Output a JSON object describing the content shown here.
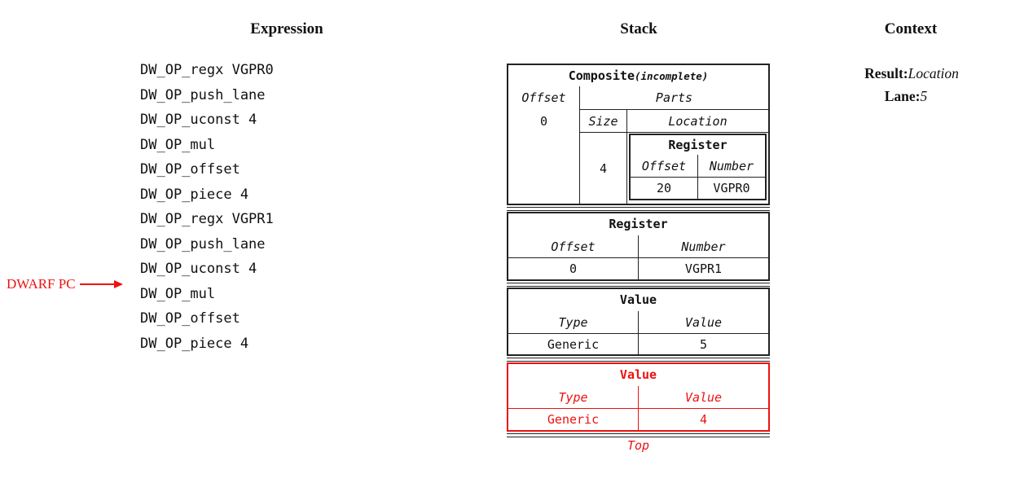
{
  "expression": {
    "header": "Expression",
    "items": [
      "DW_OP_regx VGPR0",
      "DW_OP_push_lane",
      "DW_OP_uconst 4",
      "DW_OP_mul",
      "DW_OP_offset",
      "DW_OP_piece 4",
      "DW_OP_regx VGPR1",
      "DW_OP_push_lane",
      "DW_OP_uconst 4",
      "DW_OP_mul",
      "DW_OP_offset",
      "DW_OP_piece 4"
    ],
    "pc_label": "DWARF PC",
    "pc_target_index": 9
  },
  "stack": {
    "header": "Stack",
    "top_label": "Top",
    "composite": {
      "title": "Composite",
      "title_suffix": "(incomplete)",
      "offset_header": "Offset",
      "parts_header": "Parts",
      "size_header": "Size",
      "location_header": "Location",
      "offset_value": "0",
      "size_value": "4",
      "register": {
        "title": "Register",
        "offset_header": "Offset",
        "number_header": "Number",
        "offset_value": "20",
        "number_value": "VGPR0"
      }
    },
    "register": {
      "title": "Register",
      "offset_header": "Offset",
      "number_header": "Number",
      "offset_value": "0",
      "number_value": "VGPR1"
    },
    "value1": {
      "title": "Value",
      "type_header": "Type",
      "value_header": "Value",
      "type_value": "Generic",
      "value_value": "5"
    },
    "value2": {
      "title": "Value",
      "type_header": "Type",
      "value_header": "Value",
      "type_value": "Generic",
      "value_value": "4"
    }
  },
  "context": {
    "header": "Context",
    "result_label": "Result:",
    "result_value": "Location",
    "lane_label": "Lane:",
    "lane_value": "5"
  },
  "colors": {
    "accent_red": "#ee1111",
    "line": "#222222"
  }
}
